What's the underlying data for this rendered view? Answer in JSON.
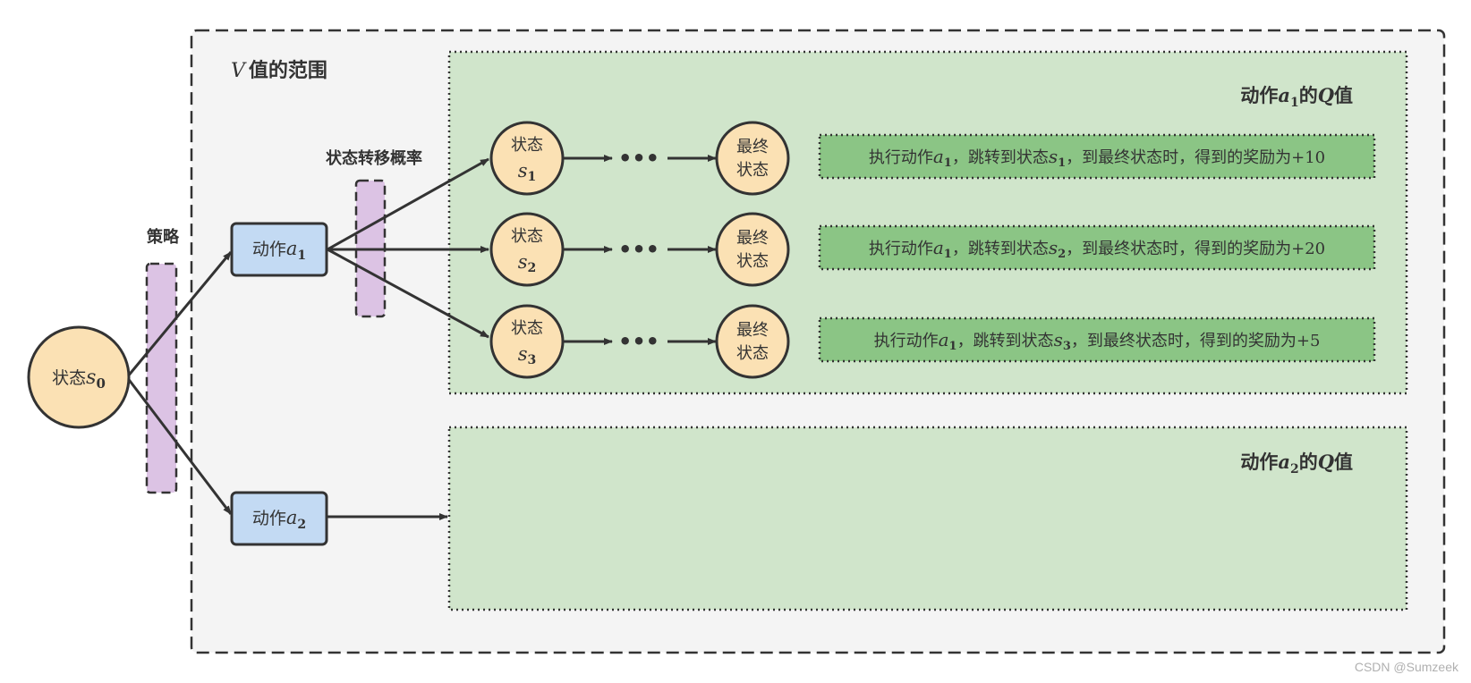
{
  "v_range": {
    "prefix": "V",
    "text": "值的范围"
  },
  "policy_label": "策略",
  "transition_label": "状态转移概率",
  "state0": {
    "text": "状态",
    "var": "s",
    "sub": "0"
  },
  "actions": [
    {
      "text": "动作",
      "var": "a",
      "sub": "1"
    },
    {
      "text": "动作",
      "var": "a",
      "sub": "2"
    }
  ],
  "q_titles": [
    {
      "pre": "动作",
      "var": "a",
      "sub": "1",
      "mid": "的",
      "q": "Q",
      "post": "值"
    },
    {
      "pre": "动作",
      "var": "a",
      "sub": "2",
      "mid": "的",
      "q": "Q",
      "post": "值"
    }
  ],
  "next_states": [
    {
      "text": "状态",
      "var": "s",
      "sub": "1"
    },
    {
      "text": "状态",
      "var": "s",
      "sub": "2"
    },
    {
      "text": "状态",
      "var": "s",
      "sub": "3"
    }
  ],
  "dots": "•••",
  "final_state": {
    "line1": "最终",
    "line2": "状态"
  },
  "rewards": [
    {
      "p1": "执行动作",
      "a": "a",
      "asub": "1",
      "p2": "，跳转到状态",
      "s": "s",
      "ssub": "1",
      "p3": "，到最终状态时，得到的奖励为",
      "val": "+10"
    },
    {
      "p1": "执行动作",
      "a": "a",
      "asub": "1",
      "p2": "，跳转到状态",
      "s": "s",
      "ssub": "2",
      "p3": "，到最终状态时，得到的奖励为",
      "val": "+20"
    },
    {
      "p1": "执行动作",
      "a": "a",
      "asub": "1",
      "p2": "，跳转到状态",
      "s": "s",
      "ssub": "3",
      "p3": "，到最终状态时，得到的奖励为",
      "val": "+5"
    }
  ],
  "watermark": "CSDN @Sumzeek",
  "colors": {
    "outer_bg": "#f4f4f4",
    "q_bg": "#d0e5cb",
    "reward_bg": "#8bc585",
    "state_fill": "#fbe1b4",
    "action_fill": "#c3daf3",
    "policy_fill": "#dcc3e4",
    "stroke": "#333333"
  }
}
